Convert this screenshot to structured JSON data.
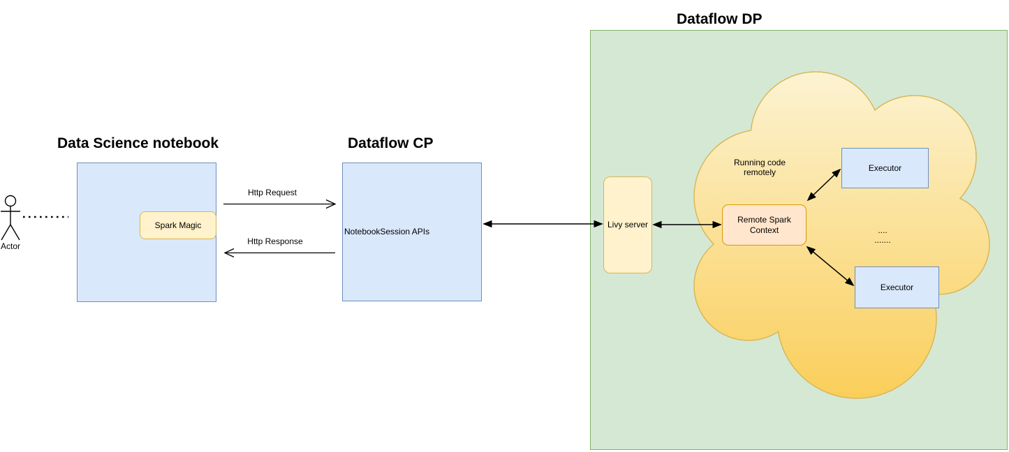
{
  "palette": {
    "blue-fill": "#dae8fc",
    "blue-border": "#6c8ebf",
    "yellow-fill": "#fff2cc",
    "yellow-border": "#d6b656",
    "orange-fill": "#ffe6cc",
    "orange-border": "#d79b00",
    "green-fill": "#d5e8d4",
    "green-border": "#82b366",
    "cloud-gradient-top": "#fcf3d2",
    "cloud-gradient-bottom": "#face5a",
    "line-color": "#000000"
  },
  "actor": {
    "label": "Actor"
  },
  "notebook": {
    "title": "Data Science notebook",
    "spark_magic_label": "Spark Magic"
  },
  "http": {
    "request_label": "Http Request",
    "response_label": "Http Response"
  },
  "control_plane": {
    "title": "Dataflow CP",
    "api_label": "NotebookSession APIs"
  },
  "data_plane": {
    "title": "Dataflow DP",
    "livy_label": "Livy server",
    "cloud_caption": "Running code remotely",
    "remote_spark_context_label": "Remote Spark Context",
    "executors": [
      "Executor",
      "Executor"
    ],
    "ellipsis_row1": "....",
    "ellipsis_row2": "......."
  }
}
